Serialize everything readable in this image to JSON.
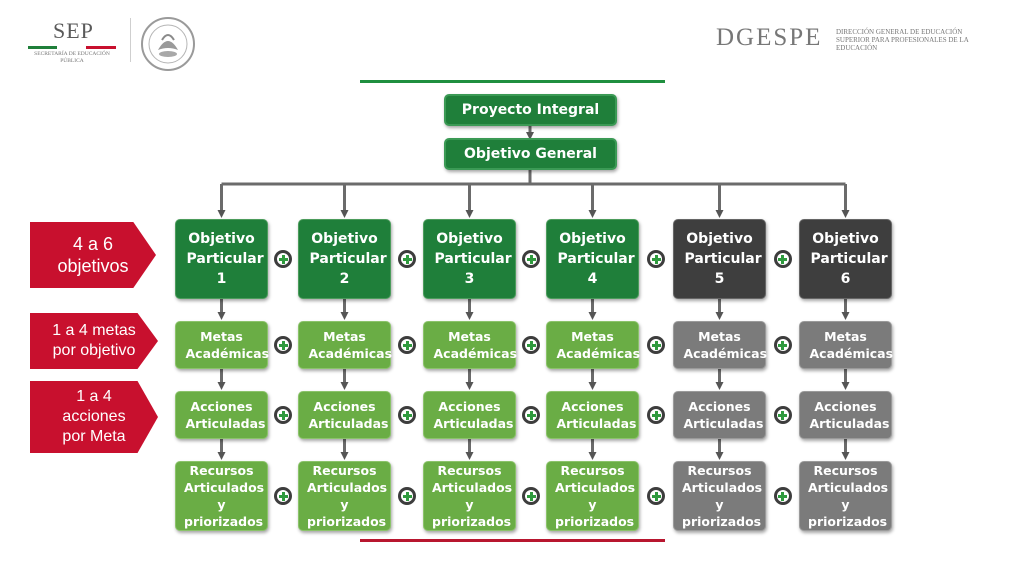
{
  "header": {
    "sep": {
      "title": "SEP",
      "subtitle": "SECRETARÍA DE EDUCACIÓN PÚBLICA"
    },
    "seal_icon": "mexican-coat-of-arms-seal",
    "dgespe": {
      "title": "DGESPE",
      "subtitle": "DIRECCIÓN GENERAL DE EDUCACIÓN SUPERIOR PARA PROFESIONALES DE LA EDUCACIÓN"
    }
  },
  "colors": {
    "dark_green": "#1f7f3a",
    "light_green": "#6aad45",
    "dark_gray": "#3e3e3e",
    "mid_gray": "#7b7b7b",
    "red": "#c8102e",
    "top_rule": "#1f8f3f",
    "bottom_rule": "#b8162f"
  },
  "top": {
    "project": "Proyecto Integral",
    "objective": "Objetivo General"
  },
  "objectives": [
    {
      "label": "Objetivo Particular 1",
      "style": "green"
    },
    {
      "label": "Objetivo Particular 2",
      "style": "green"
    },
    {
      "label": "Objetivo Particular 3",
      "style": "green"
    },
    {
      "label": "Objetivo Particular 4",
      "style": "green"
    },
    {
      "label": "Objetivo Particular 5",
      "style": "dark"
    },
    {
      "label": "Objetivo Particular 6",
      "style": "dark"
    }
  ],
  "levels": {
    "metas": "Metas Académicas",
    "acciones": "Acciones Articuladas",
    "recursos": "Recursos Articulados y priorizados"
  },
  "side_labels": {
    "objectives": "4 a 6 objetivos",
    "metas": "1 a 4 metas por objetivo",
    "acciones": "1 a 4 acciones por Meta"
  },
  "plus_icon": "plus-circle-icon"
}
